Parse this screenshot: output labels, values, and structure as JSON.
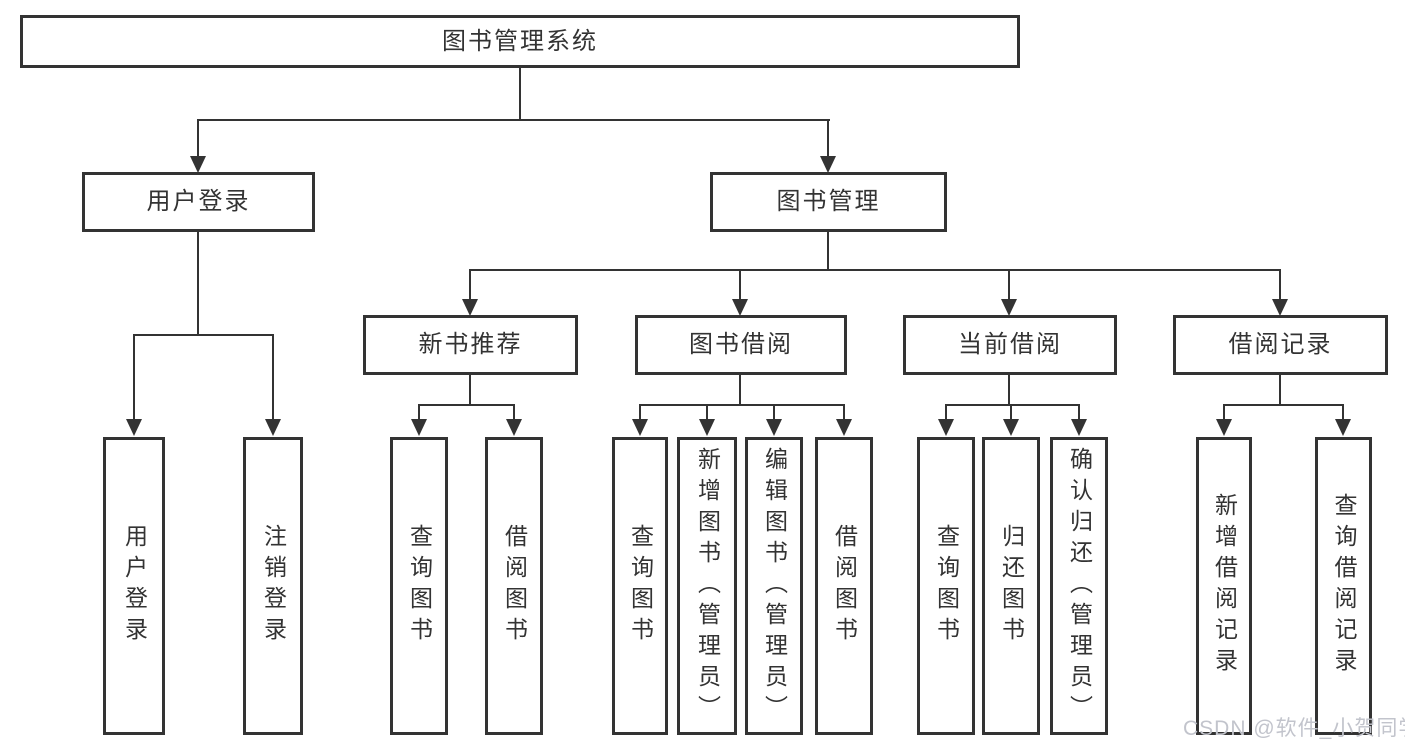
{
  "diagram": {
    "root": {
      "label": "图书管理系统"
    },
    "branches": [
      {
        "label": "用户登录",
        "children": [
          {
            "label": "用户登录"
          },
          {
            "label": "注销登录"
          }
        ]
      },
      {
        "label": "图书管理",
        "children": [
          {
            "label": "新书推荐",
            "children": [
              {
                "label": "查询图书"
              },
              {
                "label": "借阅图书"
              }
            ]
          },
          {
            "label": "图书借阅",
            "children": [
              {
                "label": "查询图书"
              },
              {
                "label": "新增图书（管理员）"
              },
              {
                "label": "编辑图书（管理员）"
              },
              {
                "label": "借阅图书"
              }
            ]
          },
          {
            "label": "当前借阅",
            "children": [
              {
                "label": "查询图书"
              },
              {
                "label": "归还图书"
              },
              {
                "label": "确认归还（管理员）"
              }
            ]
          },
          {
            "label": "借阅记录",
            "children": [
              {
                "label": "新增借阅记录"
              },
              {
                "label": "查询借阅记录"
              }
            ]
          }
        ]
      }
    ]
  },
  "watermark": {
    "text": "CSDN @软件_小贺同学"
  },
  "colors": {
    "line": "#333333",
    "background": "#ffffff",
    "watermark_text": "#c2c4cc"
  }
}
